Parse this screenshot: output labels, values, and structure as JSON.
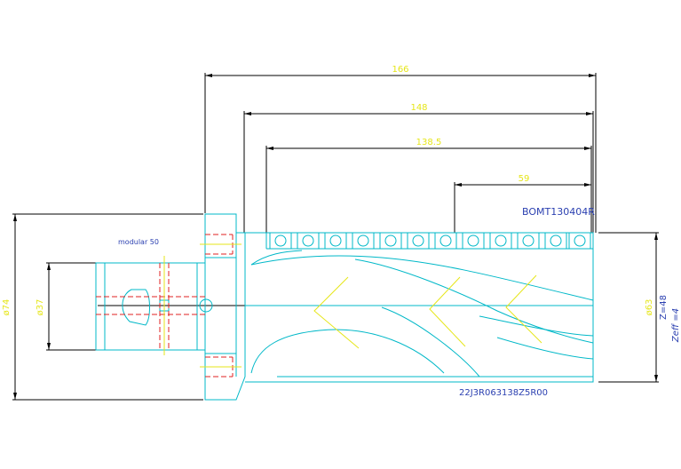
{
  "colors": {
    "background": "#ffffff",
    "dimension": "#000000",
    "dimension_text": "#e6e61a",
    "outline": "#00b8c8",
    "hidden": "#e02020",
    "center": "#e6e61a",
    "note": "#2a3fb0"
  },
  "dimensions": {
    "overall_length": "166",
    "length_148": "148",
    "length_138": "138.5",
    "length_59": "59",
    "dia_74": "ø74",
    "dia_37": "ø37",
    "dia_63": "ø63"
  },
  "labels": {
    "insert": "BOMT130404R",
    "adapter": "modular 50",
    "teeth": "Z=48",
    "effective_teeth": "Zeff =4",
    "part_number": "22J3R063138Z5R00"
  }
}
